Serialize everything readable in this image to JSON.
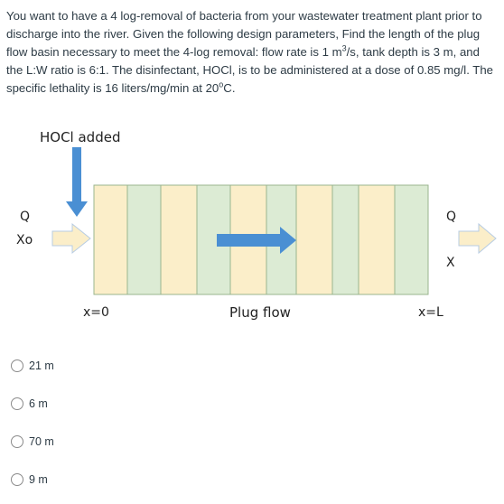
{
  "question": {
    "part1": "You want to have a 4 log-removal of bacteria from your wastewater treatment plant prior to discharge into the river. Given the following design parameters, Find the length of the plug flow basin necessary to meet the 4-log removal: flow rate is 1 m",
    "sup1": "3",
    "part2": "/s, tank depth is 3 m, and the L:W ratio is 6:1. The disinfectant, HOCl, is to be administered at a dose of 0.85 mg/l. The specific lethality is 16 liters/mg/min at 20",
    "sup2": "o",
    "part3": "C."
  },
  "diagram": {
    "hocl_label": "HOCl added",
    "q_in": "Q",
    "xo": "Xo",
    "q_out": "Q",
    "x_out": "X",
    "x0_label": "x=0",
    "plug_flow_label": "Plug flow",
    "xl_label": "x=L",
    "colors": {
      "yellow": "#fbeec9",
      "green": "#dcebd4",
      "blue": "#4a8fd3",
      "border": "#9ab58e"
    }
  },
  "options": [
    {
      "label": "21 m"
    },
    {
      "label": "6 m"
    },
    {
      "label": "70 m"
    },
    {
      "label": "9 m"
    }
  ]
}
